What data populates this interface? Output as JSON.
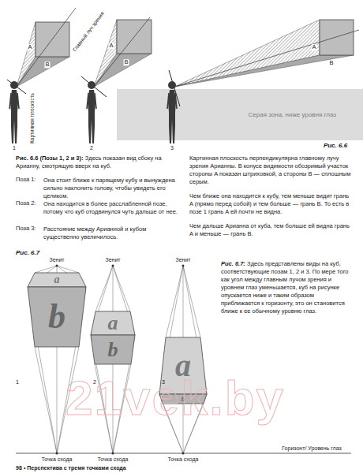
{
  "diagram": {
    "nodes": [
      {
        "text": [
          "Серая зона, ниже уровня глаз"
        ]
      },
      {
        "text": [
          "a"
        ]
      },
      {
        "text": [
          "b"
        ]
      },
      {
        "text": [
          "a"
        ]
      },
      {
        "text": [
          "b"
        ]
      },
      {
        "text": [
          "a"
        ]
      },
      {
        "text": [
          "b"
        ]
      }
    ],
    "labels": [
      "Главный луч зрения",
      "A",
      "B",
      "A",
      "B",
      "A",
      "B",
      "Картинная плоскость",
      "1",
      "2",
      "3",
      "Рис. 6.6",
      "Рис. 6.6 (Позы 1, 2 и 3):",
      "Здесь показан вид сбоку на Арианну, смотрящую вверх на куб.",
      "Поза 1:",
      "Она стоит ближе к парящему кубу и вынуждена сильно наклонить голову, чтобы увидеть его целиком.",
      "Поза 2:",
      "Она находится в более расслабленной позе, потому что куб отодвинулся чуть дальше от нее.",
      "Поза 3:",
      "Расстояние между Арианной и кубом существенно увеличилось.",
      "Картинная плоскость перпендикулярна главному лучу зрения Арианны. В конусе видимости обозримый участок стороны A показан штриховкой, а стороны B — сплошным серым.",
      "Чем ближе она находится к кубу, тем меньше видит грань A (прямо перед собой) и тем больше — грань B. То есть в позе 1 грань A ей почти не видна.",
      "Чем дальше Арианна от куба, тем больше ей видна грань A и меньше — грань B.",
      "Рис. 6.7",
      "Зенит",
      "Зенит",
      "Зенит",
      "1",
      "2",
      "3",
      "Рис. 6.7:",
      "Здесь представлены виды на куб, соответствующие позам 1, 2 и 3. По мере того как угол между главным лучом зрения и уровнем глаз уменьшается, куб на рисунке опускается ниже и таким образом приближается к горизонту, это он становится ближе к ее обычному уровню глаз.",
      "Горизонт/ Уровень глаз",
      "Точка схода",
      "Точка схода",
      "Точка схода",
      "21vek.by",
      "98",
      "• Перспектива с тремя точками схода"
    ]
  }
}
